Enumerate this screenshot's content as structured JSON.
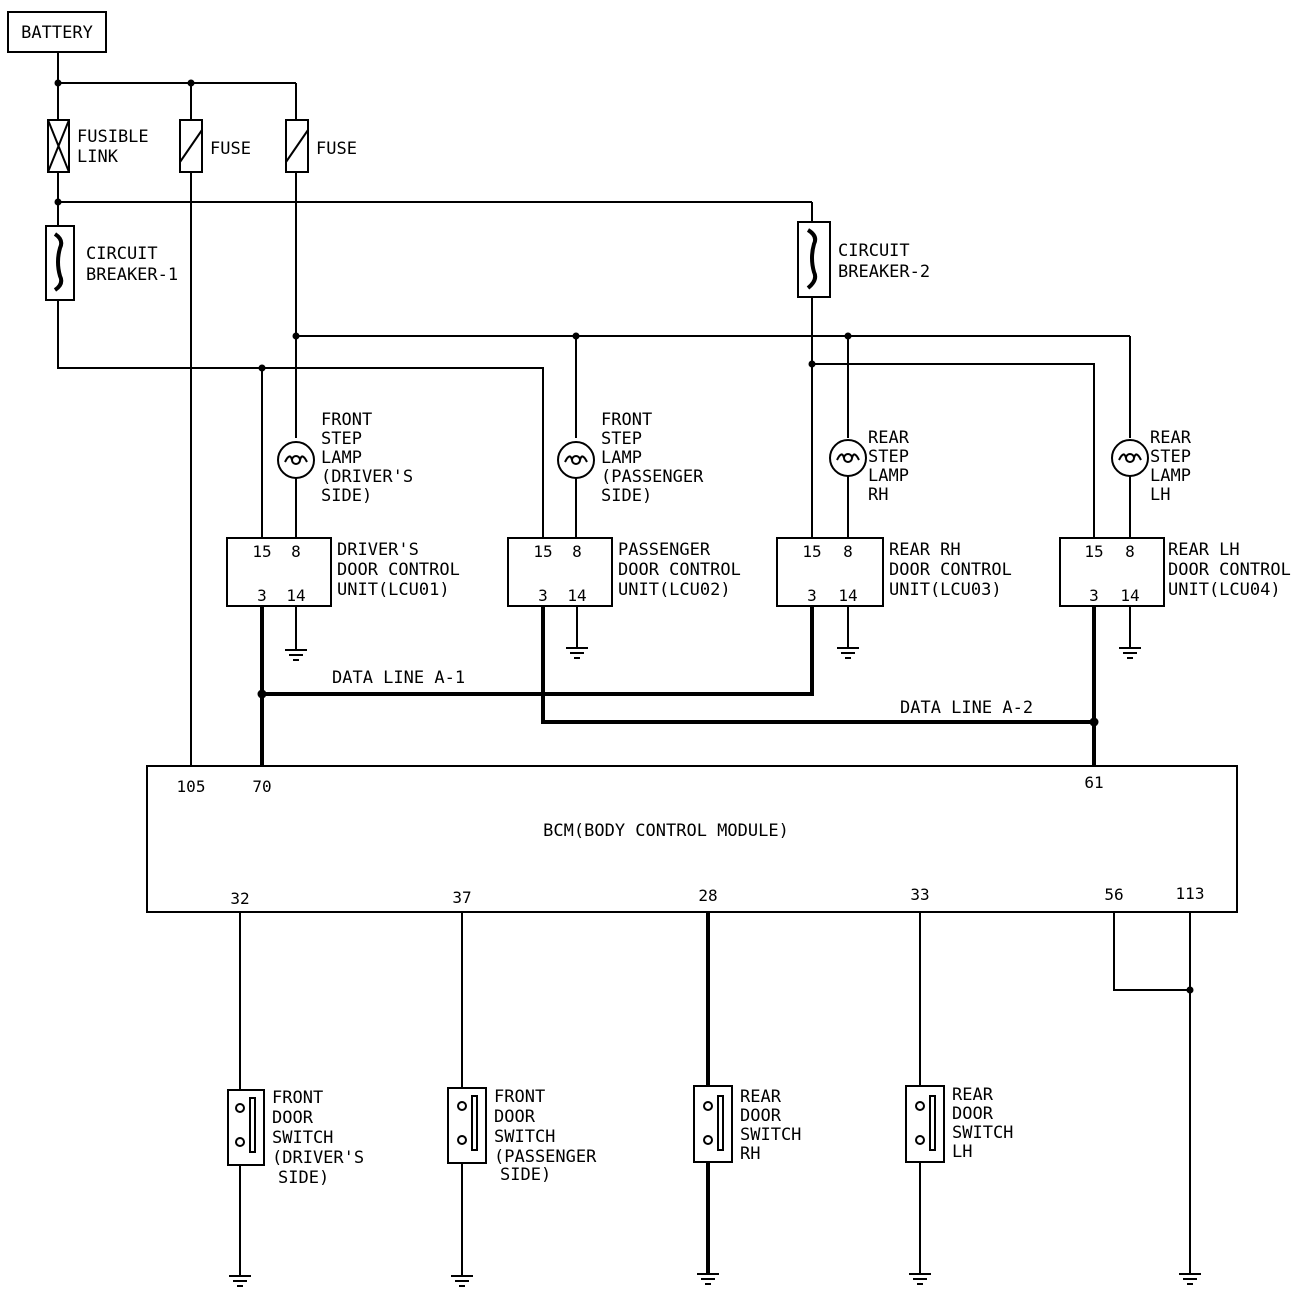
{
  "battery": {
    "label": "BATTERY"
  },
  "fusible_link": {
    "line1": "FUSIBLE",
    "line2": "LINK"
  },
  "fuse_1": {
    "label": "FUSE"
  },
  "fuse_2": {
    "label": "FUSE"
  },
  "circuit_breaker_1": {
    "line1": "CIRCUIT",
    "line2": "BREAKER-1"
  },
  "circuit_breaker_2": {
    "line1": "CIRCUIT",
    "line2": "BREAKER-2"
  },
  "lamps": [
    {
      "lines": [
        "FRONT",
        "STEP",
        "LAMP",
        "(DRIVER'S",
        "SIDE)"
      ]
    },
    {
      "lines": [
        "FRONT",
        "STEP",
        "LAMP",
        "(PASSENGER",
        "SIDE)"
      ]
    },
    {
      "lines": [
        "REAR",
        "STEP",
        "LAMP",
        "RH"
      ]
    },
    {
      "lines": [
        "REAR",
        "STEP",
        "LAMP",
        "LH"
      ]
    }
  ],
  "units": [
    {
      "lines": [
        "DRIVER'S",
        "DOOR CONTROL",
        "UNIT(LCU01)"
      ],
      "pins": [
        "15",
        "8",
        "3",
        "14"
      ]
    },
    {
      "lines": [
        "PASSENGER",
        "DOOR CONTROL",
        "UNIT(LCU02)"
      ],
      "pins": [
        "15",
        "8",
        "3",
        "14"
      ]
    },
    {
      "lines": [
        "REAR RH",
        "DOOR CONTROL",
        "UNIT(LCU03)"
      ],
      "pins": [
        "15",
        "8",
        "3",
        "14"
      ]
    },
    {
      "lines": [
        "REAR LH",
        "DOOR CONTROL",
        "UNIT(LCU04)"
      ],
      "pins": [
        "15",
        "8",
        "3",
        "14"
      ]
    }
  ],
  "data_lines": {
    "a1": "DATA LINE A-1",
    "a2": "DATA LINE A-2"
  },
  "bcm": {
    "label": "BCM(BODY CONTROL MODULE)",
    "top_pins": [
      "105",
      "70",
      "61"
    ],
    "bottom_pins": [
      "32",
      "37",
      "28",
      "33",
      "56",
      "113"
    ]
  },
  "switches": [
    {
      "lines": [
        "FRONT",
        "DOOR",
        "SWITCH",
        "(DRIVER'S",
        "SIDE)"
      ]
    },
    {
      "lines": [
        "FRONT",
        "DOOR",
        "SWITCH",
        "(PASSENGER",
        "SIDE)"
      ]
    },
    {
      "lines": [
        "REAR",
        "DOOR",
        "SWITCH",
        "RH"
      ]
    },
    {
      "lines": [
        "REAR",
        "DOOR",
        "SWITCH",
        "LH"
      ]
    }
  ]
}
